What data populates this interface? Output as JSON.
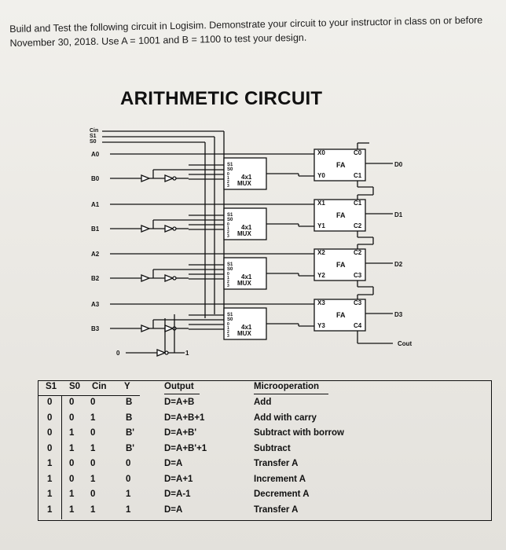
{
  "instructions": "Build and Test the following circuit in Logisim. Demonstrate your circuit to your instructor in class on or before November 30, 2018. Use A = 1001 and B = 1100 to test your design.",
  "title": "ARITHMETIC CIRCUIT",
  "circuit": {
    "control_labels": [
      "Cin",
      "S1",
      "S0"
    ],
    "stages": [
      {
        "a": "A0",
        "b": "B0",
        "x": "X0",
        "y": "Y0",
        "cin": "C0",
        "cout": "C1",
        "d": "D0",
        "fa": "FA",
        "mux": "4x1\nMUX",
        "sel1": "S1",
        "sel0": "S0",
        "inputs": [
          "0",
          "1",
          "2",
          "3"
        ]
      },
      {
        "a": "A1",
        "b": "B1",
        "x": "X1",
        "y": "Y1",
        "cin": "C1",
        "cout": "C2",
        "d": "D1",
        "fa": "FA",
        "mux": "4x1\nMUX",
        "sel1": "S1",
        "sel0": "S0",
        "inputs": [
          "0",
          "1",
          "2",
          "3"
        ]
      },
      {
        "a": "A2",
        "b": "B2",
        "x": "X2",
        "y": "Y2",
        "cin": "C2",
        "cout": "C3",
        "d": "D2",
        "fa": "FA",
        "mux": "4x1\nMUX",
        "sel1": "S1",
        "sel0": "S0",
        "inputs": [
          "0",
          "1",
          "2",
          "3"
        ]
      },
      {
        "a": "A3",
        "b": "B3",
        "x": "X3",
        "y": "Y3",
        "cin": "C3",
        "cout": "C4",
        "d": "D3",
        "fa": "FA",
        "mux": "4x1\nMUX",
        "sel1": "S1",
        "sel0": "S0",
        "inputs": [
          "0",
          "1",
          "2",
          "3"
        ]
      }
    ],
    "cout_label": "Cout",
    "const_zero": "0",
    "const_one": "1"
  },
  "table": {
    "headers": [
      "S1",
      "S0",
      "Cin",
      "Y",
      "Output",
      "Microoperation"
    ],
    "rows": [
      [
        "0",
        "0",
        "0",
        "B",
        "D=A+B",
        "Add"
      ],
      [
        "0",
        "0",
        "1",
        "B",
        "D=A+B+1",
        "Add with carry"
      ],
      [
        "0",
        "1",
        "0",
        "B'",
        "D=A+B'",
        "Subtract with borrow"
      ],
      [
        "0",
        "1",
        "1",
        "B'",
        "D=A+B'+1",
        "Subtract"
      ],
      [
        "1",
        "0",
        "0",
        "0",
        "D=A",
        "Transfer A"
      ],
      [
        "1",
        "0",
        "1",
        "0",
        "D=A+1",
        "Increment A"
      ],
      [
        "1",
        "1",
        "0",
        "1",
        "D=A-1",
        "Decrement A"
      ],
      [
        "1",
        "1",
        "1",
        "1",
        "D=A",
        "Transfer A"
      ]
    ]
  }
}
